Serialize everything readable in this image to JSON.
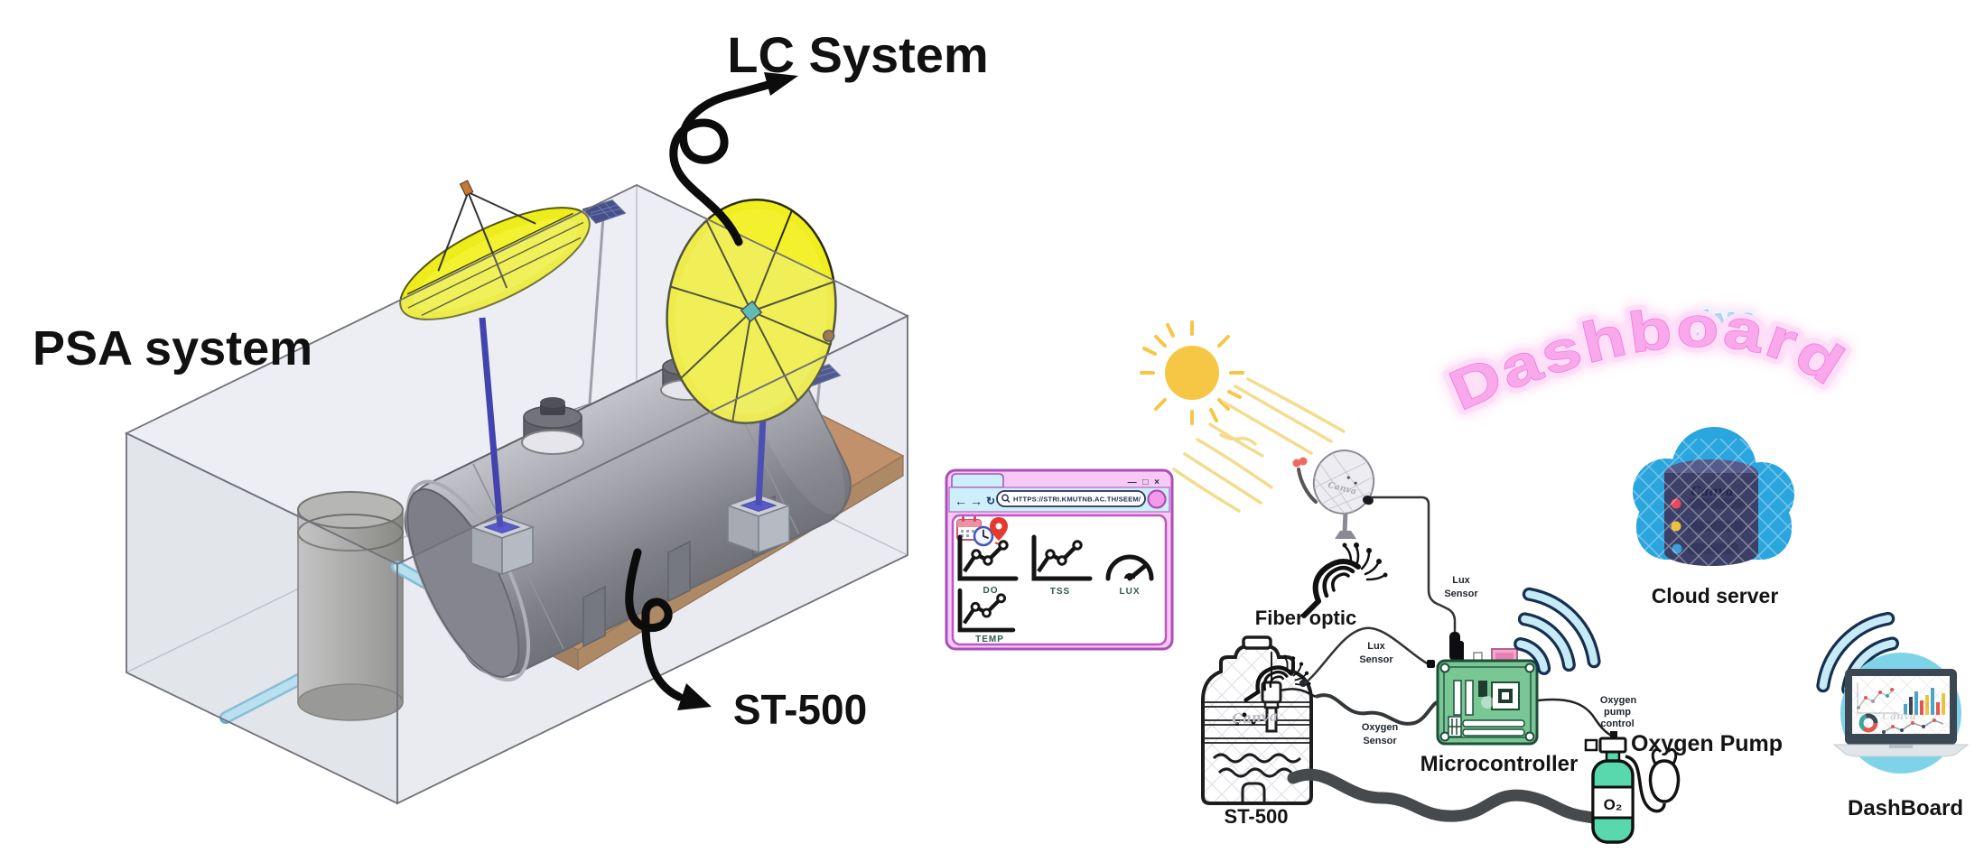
{
  "left_diagram": {
    "labels": {
      "lc_system": "LC System",
      "psa_system": "PSA system",
      "st_500": "ST-500"
    }
  },
  "browser": {
    "window_controls": "— □ ×",
    "nav": {
      "back": "←",
      "forward": "→",
      "refresh": "↻"
    },
    "url": "HTTPS://STRI.KMUTNB.AC.TH/SEEM/",
    "charts": [
      {
        "label": "DO",
        "type": "line"
      },
      {
        "label": "TSS",
        "type": "line"
      },
      {
        "label": "LUX",
        "type": "gauge"
      },
      {
        "label": "TEMP",
        "type": "line"
      }
    ]
  },
  "right_diagram": {
    "heading": {
      "live": "Live",
      "dashboard": "Dashboard"
    },
    "nodes": {
      "fiber_optic": "Fiber optic",
      "st_500_tank": "ST-500",
      "microcontroller": "Microcontroller",
      "cloud_server": "Cloud server",
      "dashboard_monitor": "DashBoard",
      "oxygen_pump": "Oxygen Pump",
      "o2_cylinder": "O₂"
    },
    "wire_labels": {
      "lux_sensor": [
        "Lux",
        "Sensor"
      ],
      "oxygen_sensor": [
        "Oxygen",
        "Sensor"
      ],
      "oxygen_pump_control": [
        "Oxygen",
        "pump",
        "control"
      ]
    },
    "watermark": "Canva"
  },
  "colors": {
    "bubble_pink": "#f9a9eb",
    "bubble_blue": "#b4d7f3",
    "browser_purple": "#a94fb8",
    "browser_pink": "#f8c9f4",
    "browser_blue": "#cdeffa",
    "chart_label_green": "#2e5a50",
    "wifi_light": "#c6ebf6",
    "wifi_dark": "#16304f",
    "mcu_green": "#79c795",
    "oxygen_green": "#58d8ac",
    "cloud_blue": "#2aa5de",
    "db_navy": "#3c4066",
    "dish_yellow": "#f0ee1e",
    "sun_yellow": "#f6c645",
    "monitor_teal": "#7fd3e8"
  }
}
